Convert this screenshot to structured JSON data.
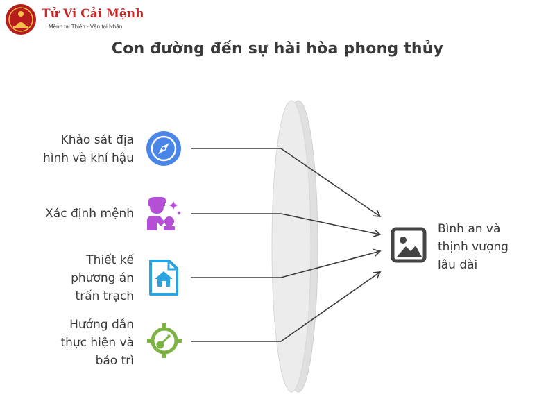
{
  "logo": {
    "name": "Tử Vi Cải Mệnh",
    "tagline": "Mệnh tại Thiên - Vận tại Nhân"
  },
  "title": "Con đường đến sự hài hòa phong thủy",
  "inputs": [
    {
      "label_lines": [
        "Khảo sát địa",
        "hình và khí hậu"
      ],
      "icon": "compass-icon",
      "color": "#4a86e8"
    },
    {
      "label_lines": [
        "Xác định mệnh"
      ],
      "icon": "person-crystal-icon",
      "color": "#b54fd6"
    },
    {
      "label_lines": [
        "Thiết kế",
        "phương án",
        "trấn trạch"
      ],
      "icon": "house-document-icon",
      "color": "#2aa3e0"
    },
    {
      "label_lines": [
        "Hướng dẫn",
        "thực hiện và",
        "bảo trì"
      ],
      "icon": "target-key-icon",
      "color": "#7cb342"
    }
  ],
  "output": {
    "label_lines": [
      "Bình an và",
      "thịnh vượng",
      "lâu dài"
    ],
    "icon": "image-icon",
    "color": "#444444"
  }
}
